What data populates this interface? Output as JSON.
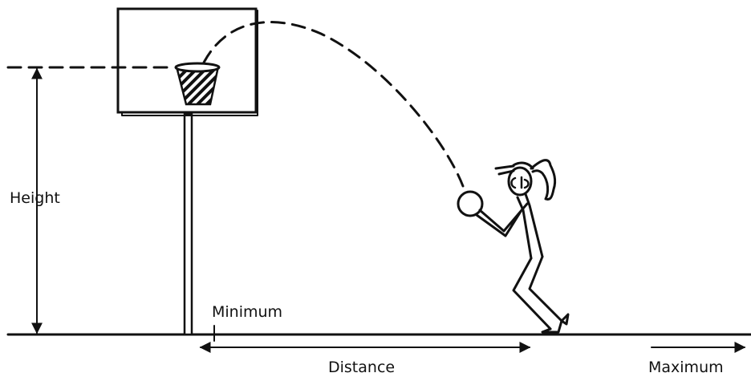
{
  "labels": {
    "height": "Height",
    "minimum": "Minimum",
    "distance": "Distance",
    "maximum": "Maximum"
  },
  "colors": {
    "ink": "#111111",
    "background": "#ffffff"
  }
}
